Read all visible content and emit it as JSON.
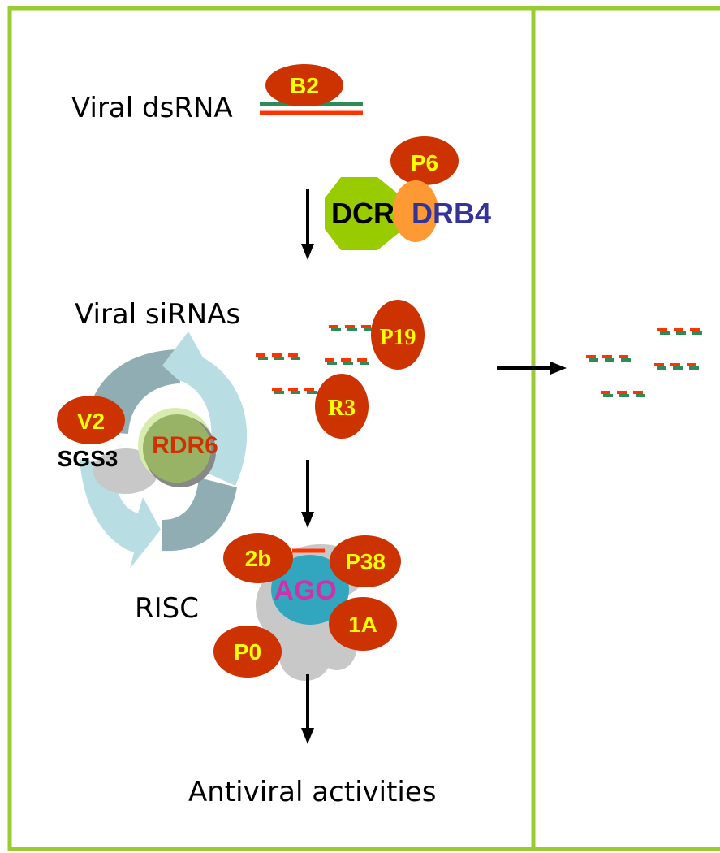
{
  "labels": {
    "viral_dsrna": "Viral dsRNA",
    "viral_sirnas": "Viral siRNAs",
    "risc": "RISC",
    "antiviral": "Antiviral activities",
    "sgs3": "SGS3",
    "rdr6": "RDR6",
    "dcr": "DCR",
    "drb4": "DRB4",
    "ago": "AGO"
  },
  "suppressors": {
    "b2": "B2",
    "p6": "P6",
    "p19": "P19",
    "r3": "R3",
    "v2": "V2",
    "2b": "2b",
    "p38": "P38",
    "1a": "1A",
    "p0": "P0"
  },
  "colors": {
    "border": "#99cc33",
    "suppressor": "#cc3300",
    "suppressor_text": "#ffff00",
    "dcr": "#99cc00",
    "drb4_blob": "#ff9933",
    "drb4_text": "#333399",
    "ago_blob": "#33a6bf",
    "ago_text": "#cc33aa",
    "risc_gray": "#c8c8c8",
    "rdr6_fill": "#99b366",
    "rdr6_text": "#cc3300",
    "rna_green": "#2e8b57",
    "rna_red": "#ff3300",
    "cycle_dark": "#8fadb3",
    "cycle_light": "#b8dde3"
  }
}
